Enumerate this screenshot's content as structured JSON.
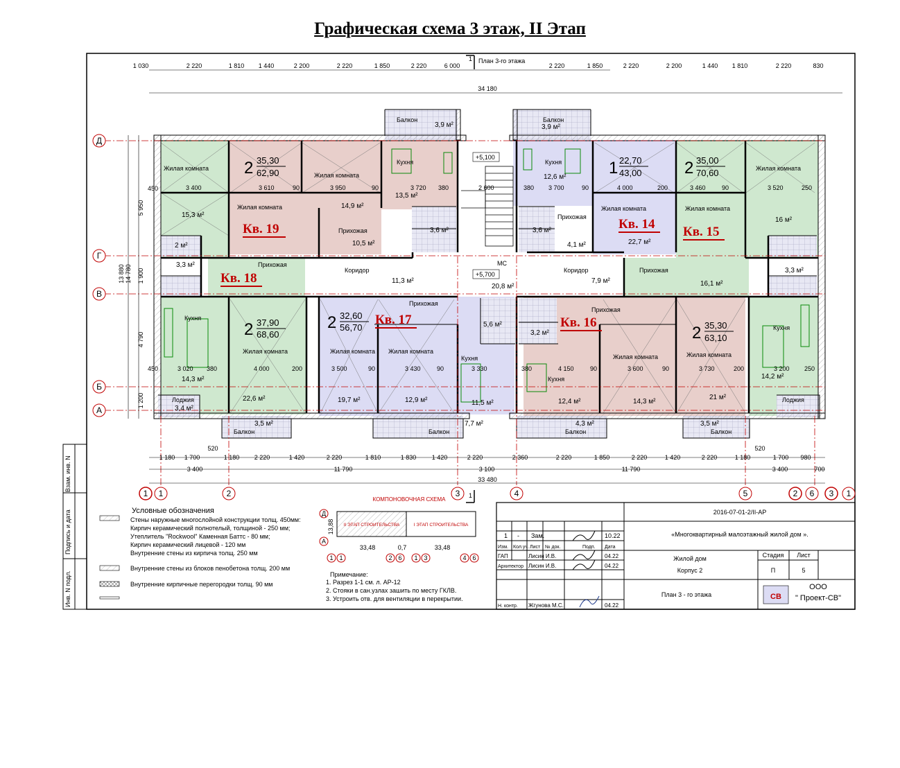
{
  "title": "Графическая схема 3 этаж, II Этап",
  "plan_label": "План 3-го этажа",
  "section_mark": "1",
  "dims_top": [
    "1 030",
    "2 220",
    "1 810",
    "1 440",
    "2 200",
    "2 220",
    "1 850",
    "2 220",
    "6 000",
    "2 220",
    "1 850",
    "2 220",
    "2 200",
    "1 440",
    "1 810",
    "2 220",
    "830"
  ],
  "dim_total_top": "34 180",
  "dims_bottom_1": [
    "1 180",
    "1 700",
    "520",
    "1 180",
    "2 220",
    "1 420",
    "2 220",
    "1 810",
    "1 830",
    "1 420",
    "2 220",
    "2 360",
    "2 220",
    "1 850",
    "2 220",
    "1 420",
    "2 220",
    "1 180",
    "520",
    "1 700",
    "980"
  ],
  "dims_bottom_2": [
    "3 400",
    "11 790",
    "3 100",
    "11 790",
    "3 400",
    "700"
  ],
  "dim_total_bottom": "33 480",
  "dims_left": [
    "450",
    "5 950",
    "14 780",
    "13 880",
    "1 900",
    "4 790",
    "450",
    "1 200"
  ],
  "axes_rows": [
    "Д",
    "Г",
    "В",
    "Б",
    "А"
  ],
  "axes_cols": [
    "1",
    "1",
    "2",
    "3",
    "4",
    "5",
    "2",
    "6",
    "3",
    "1"
  ],
  "apartments": [
    {
      "label": "Кв. 19",
      "rooms": "2",
      "living": "35,30",
      "total": "62,90"
    },
    {
      "label": "Кв. 14",
      "rooms": "1",
      "living": "22,70",
      "total": "43,00"
    },
    {
      "label": "Кв. 15",
      "rooms": "2",
      "living": "35,00",
      "total": "70,60"
    },
    {
      "label": "Кв. 18",
      "rooms": "2",
      "living": "37,90",
      "total": "68,60"
    },
    {
      "label": "Кв. 17",
      "rooms": "2",
      "living": "32,60",
      "total": "56,70"
    },
    {
      "label": "Кв. 16",
      "rooms": "2",
      "living": "35,30",
      "total": "63,10"
    }
  ],
  "room_names": [
    "Жилая комната",
    "Кухня",
    "Прихожая",
    "Коридор",
    "Балкон",
    "Лоджия",
    "МС"
  ],
  "areas": [
    "15,3 м²",
    "14,9 м²",
    "13,5 м²",
    "12,6 м²",
    "16 м²",
    "3,6 м²",
    "3,6 м²",
    "10,5 м²",
    "4,1 м²",
    "22,7 м²",
    "2 м²",
    "3,3 м²",
    "3,3 м²",
    "11,3 м²",
    "20,8 м²",
    "7,9 м²",
    "16,1 м²",
    "14,3 м²",
    "22,6 м²",
    "19,7 м²",
    "12,9 м²",
    "11,5 м²",
    "12,4 м²",
    "14,3 м²",
    "21 м²",
    "14,2 м²",
    "3,4 м²",
    "3,5 м²",
    "7,7 м²",
    "4,3 м²",
    "3,5 м²",
    "3,9 м²",
    "3,9 м²",
    "5,6 м²",
    "3,2 м²"
  ],
  "inner_dims": [
    "3 400",
    "3 610",
    "90",
    "3 950",
    "90",
    "3 720",
    "380",
    "2 600",
    "380",
    "3 700",
    "90",
    "4 000",
    "200",
    "3 460",
    "90",
    "3 520",
    "250",
    "3 020",
    "380",
    "4 000",
    "200",
    "3 500",
    "90",
    "3 430",
    "90",
    "3 330",
    "380",
    "4 150",
    "90",
    "3 600",
    "90",
    "3 730",
    "200",
    "3 200",
    "250"
  ],
  "level_marks": [
    "+5,100",
    "+5,700"
  ],
  "legend": {
    "title": "Условные обозначения",
    "items": [
      "Стены наружные многослойной конструкции толщ. 450мм:",
      "Кирпич керамический полнотелый, толщиной - 250 мм;",
      "Утеплитель \"Rockwool\" Каменная Баттс - 80 мм;",
      "Кирпич керамический лицевой - 120 мм",
      "Внутренние стены из кирпича толщ. 250 мм",
      "Внутренние стены из блоков пенобетона толщ. 200 мм",
      "Внутренние кирпичные перегородки толщ. 90 мм"
    ]
  },
  "key_plan": {
    "title": "КОМПОНОВОЧНАЯ СХЕМА",
    "stage2": "II ЭТАП СТРОИТЕЛЬСТВА",
    "stage1": "I ЭТАП СТРОИТЕЛЬСТВА",
    "dim1": "33,48",
    "dim2": "0,7",
    "dim3": "33,48",
    "dim4": "13,88"
  },
  "notes": {
    "title": "Примечание:",
    "items": [
      "1. Разрез 1-1 см. л. АР-12",
      "2. Стояки в сан.узлах зашить по месту ГКЛВ.",
      "3. Устроить отв. для вентиляции в перекрытии."
    ]
  },
  "title_block": {
    "code": "2016-07-01-2/II-АР",
    "project": "«Многоквартирный малоэтажный жилой дом ».",
    "building": "Жилой дом",
    "korpus": "Корпус 2",
    "sheet_title": "План 3 - го этажа",
    "stage_label": "Стадия",
    "sheet_label": "Лист",
    "stage": "П",
    "sheet": "5",
    "org_line1": "ООО",
    "org_line2": "\" Проект-СВ\"",
    "change_row": [
      "1",
      "-",
      "Зам.",
      "",
      "",
      "10.22"
    ],
    "head_cols": [
      "Изм.",
      "Кол.уч.",
      "Лист",
      "№ док.",
      "Подп.",
      "Дата"
    ],
    "rows": [
      [
        "ГАП",
        "Лисин И.В.",
        "",
        "04.22"
      ],
      [
        "Архитектор",
        "Лисин И.В.",
        "",
        "04.22"
      ],
      [
        "Н. контр.",
        "Жгунова М.С.",
        "",
        "04.22"
      ]
    ]
  },
  "side_stamp": [
    "Взам. инв. N",
    "Подпись и дата",
    "Инв. N подл."
  ],
  "colors": {
    "green": "#cfe8cf",
    "pink": "#e8cfcb",
    "blue": "#dcdcf4",
    "red": "#cc0000"
  }
}
